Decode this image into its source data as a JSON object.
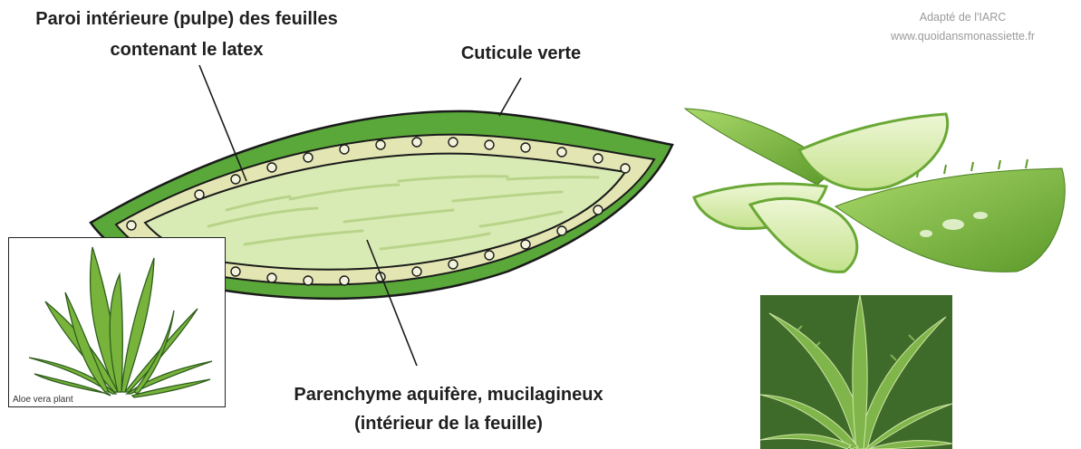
{
  "labels": {
    "paroi": [
      "Paroi intérieure (pulpe) des feuilles",
      "contenant le latex"
    ],
    "cuticule": "Cuticule verte",
    "parenchyme": [
      "Parenchyme aquifère, mucilagineux",
      "(intérieur de la feuille)"
    ]
  },
  "source": {
    "line1": "Adapté de l'IARC",
    "line2": "www.quoidansmonassiette.fr"
  },
  "plant_caption": "Aloe vera plant",
  "colors": {
    "cuticle_green": "#5aa83a",
    "outline": "#1a1a1a",
    "pulp_band": "#e3e6b3",
    "parenchyma": "#d9ebb4",
    "fiber": "#b8d48a",
    "photo_green": "#8cc63f"
  }
}
